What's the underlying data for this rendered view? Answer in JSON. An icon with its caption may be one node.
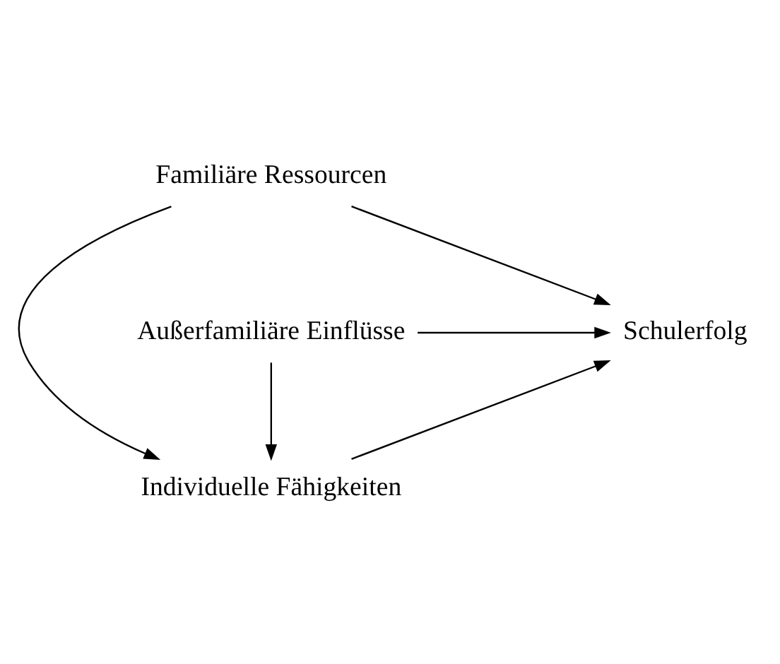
{
  "diagram": {
    "nodes": [
      {
        "text": [
          "Familiäre Ressourcen"
        ]
      },
      {
        "text": [
          "Individuelle Fähigkeiten"
        ]
      },
      {
        "text": [
          "Außerfamiliäre Einflüsse"
        ]
      },
      {
        "text": [
          "Schulerfolg"
        ]
      }
    ],
    "edges": [
      {
        "from": 0,
        "to": 1,
        "arrow": "to"
      },
      {
        "from": 0,
        "to": 3,
        "arrow": "to"
      },
      {
        "from": 1,
        "to": 3,
        "arrow": "to"
      },
      {
        "from": 2,
        "to": 1,
        "arrow": "to"
      },
      {
        "from": 2,
        "to": 3,
        "arrow": "to"
      }
    ]
  }
}
